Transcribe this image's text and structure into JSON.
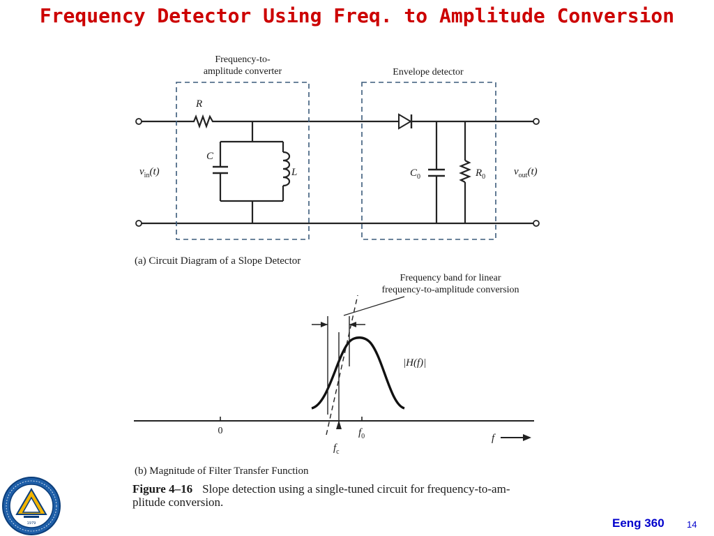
{
  "slide": {
    "title": "Frequency Detector Using Freq. to Amplitude Conversion",
    "course": "Eeng 360",
    "page_number": "14"
  },
  "circuit": {
    "converter_label_line1": "Frequency-to-",
    "converter_label_line2": "amplitude converter",
    "envelope_label": "Envelope detector",
    "resistor_R": "R",
    "capacitor_C": "C",
    "inductor_L": "L",
    "capacitor_C0": "C",
    "capacitor_C0_sub": "0",
    "resistor_R0": "R",
    "resistor_R0_sub": "0",
    "vin_main": "v",
    "vin_sub": "in",
    "vin_arg": "(t)",
    "vout_main": "v",
    "vout_sub": "out",
    "vout_arg": "(t)",
    "caption": "(a) Circuit Diagram of a Slope Detector"
  },
  "response": {
    "band_label_line1": "Frequency band for linear",
    "band_label_line2": "frequency-to-amplitude conversion",
    "curve_label": "|H(f)|",
    "origin_label": "0",
    "f0_main": "f",
    "f0_sub": "0",
    "fc_main": "f",
    "fc_sub": "c",
    "axis_label": "f",
    "caption": "(b) Magnitude of Filter Transfer Function"
  },
  "figure": {
    "number": "Figure 4–16",
    "text_line1": "Slope detection using a single-tuned circuit for frequency-to-am-",
    "text_line2": "plitude conversion."
  },
  "logo": {
    "year": "1979"
  }
}
